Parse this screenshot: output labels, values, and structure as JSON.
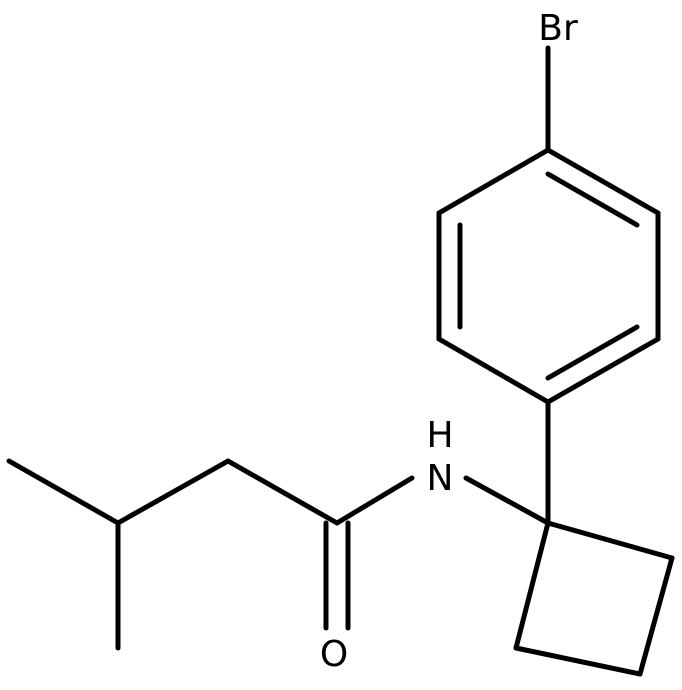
{
  "structure": {
    "atom_labels": {
      "bromine": "Br",
      "amide_nitrogen": "N",
      "amide_hydrogen": "H",
      "carbonyl_oxygen": "O"
    }
  }
}
